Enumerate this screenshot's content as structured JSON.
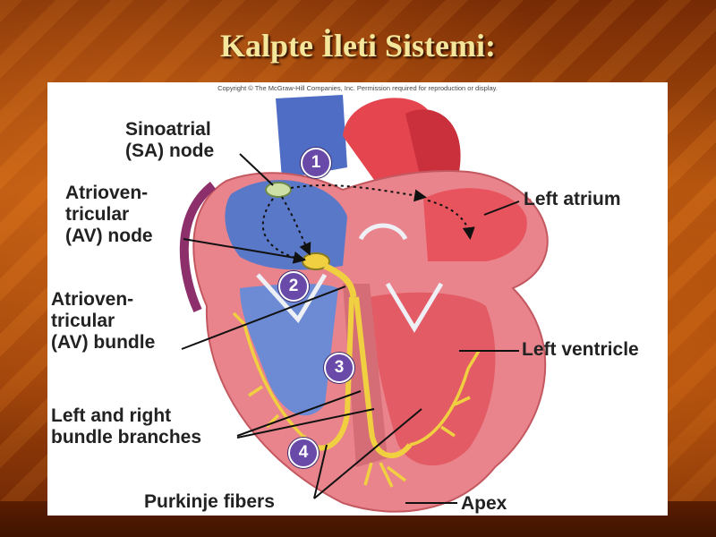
{
  "slide": {
    "title": "Kalpte İleti Sistemi:"
  },
  "figure": {
    "copyright": "Copyright © The McGraw-Hill Companies, Inc. Permission required for reproduction or display.",
    "labels": {
      "sa_node": [
        "Sinoatrial",
        "(SA) node"
      ],
      "av_node": [
        "Atrioven-",
        "tricular",
        "(AV) node"
      ],
      "av_bundle": [
        "Atrioven-",
        "tricular",
        "(AV) bundle"
      ],
      "bundle_branches": [
        "Left and right",
        "bundle branches"
      ],
      "purkinje": "Purkinje fibers",
      "left_atrium": "Left atrium",
      "left_ventricle": "Left ventricle",
      "apex": "Apex"
    },
    "steps": [
      "1",
      "2",
      "3",
      "4"
    ],
    "colors": {
      "myocardium": "#e9848c",
      "right_heart": "#5a78c8",
      "left_heart": "#e8545e",
      "conduction": "#f0d040",
      "badge": "#6a4aa8"
    }
  }
}
